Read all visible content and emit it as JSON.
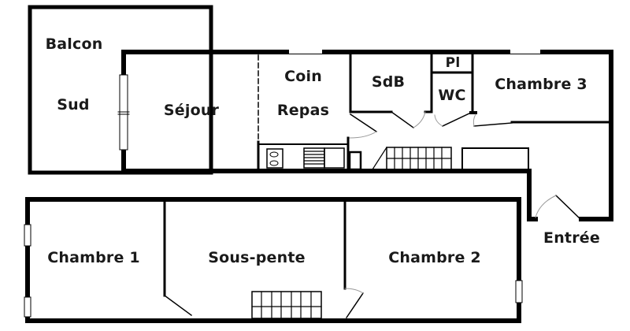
{
  "plan": {
    "type": "floor-plan",
    "wall_color": "#000000",
    "background": "#ffffff",
    "rooms": [
      {
        "id": "balcon",
        "label_line1": "Balcon",
        "label_line2": "Sud"
      },
      {
        "id": "sejour",
        "label": "Séjour"
      },
      {
        "id": "coin-repas",
        "label_line1": "Coin",
        "label_line2": "Repas"
      },
      {
        "id": "sdb",
        "label": "SdB"
      },
      {
        "id": "placard",
        "label": "Pl"
      },
      {
        "id": "wc",
        "label": "WC"
      },
      {
        "id": "chambre3",
        "label": "Chambre 3"
      },
      {
        "id": "entree",
        "label": "Entrée"
      },
      {
        "id": "chambre1",
        "label": "Chambre 1"
      },
      {
        "id": "sous-pente",
        "label": "Sous-pente"
      },
      {
        "id": "chambre2",
        "label": "Chambre 2"
      }
    ]
  }
}
